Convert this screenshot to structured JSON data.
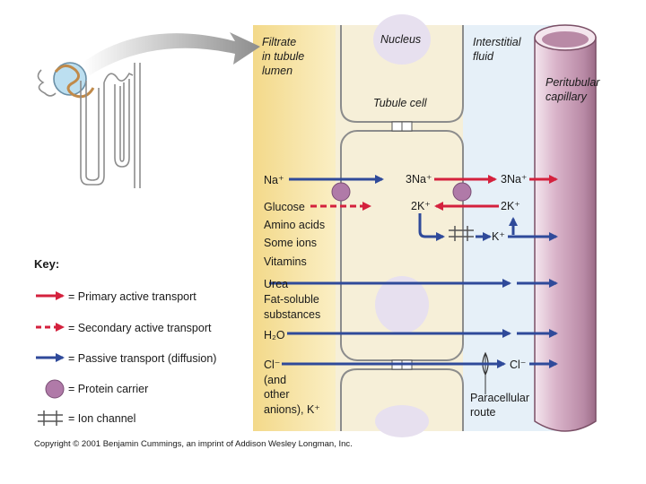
{
  "regions": {
    "lumen": "Filtrate in tubule lumen",
    "lumen_lines": [
      "Filtrate",
      "in tubule",
      "lumen"
    ],
    "nucleus": "Nucleus",
    "tubule_cell": "Tubule cell",
    "interstitial": "Interstitial fluid",
    "interstitial_lines": [
      "Interstitial",
      "fluid"
    ],
    "capillary": "Peritubular capillary",
    "capillary_lines": [
      "Peritubular",
      "capillary"
    ]
  },
  "substances": {
    "na": "Na⁺",
    "na3_cell": "3Na⁺",
    "na3_out": "3Na⁺",
    "k2_cell": "2K⁺",
    "k2_out": "2K⁺",
    "k_out": "K⁺",
    "glucose": "Glucose",
    "amino": "Amino acids",
    "some_ions": "Some ions",
    "vitamins": "Vitamins",
    "urea": "Urea",
    "fat1": "Fat-soluble",
    "fat2": "substances",
    "h2o": "H₂O",
    "cl": "Cl⁻",
    "cl_out": "Cl⁻",
    "others": [
      "(and",
      "other",
      "anions), K⁺"
    ],
    "paracellular": [
      "Paracellular",
      "route"
    ]
  },
  "key": {
    "title": "Key:",
    "primary": "= Primary active transport",
    "secondary": "= Secondary active transport",
    "passive": "= Passive transport (diffusion)",
    "carrier": "= Protein carrier",
    "channel": "= Ion channel"
  },
  "copyright": "Copyright © 2001 Benjamin Cummings, an imprint of Addison Wesley Longman, Inc.",
  "colors": {
    "primary_active": "#d4213d",
    "passive": "#2f4a9a",
    "carrier": "#b07aa8",
    "lumen": "#f7e6a8",
    "cell": "#f6efd8",
    "interstitial": "#e6f0f8",
    "capillary": "#d9b8cf"
  }
}
